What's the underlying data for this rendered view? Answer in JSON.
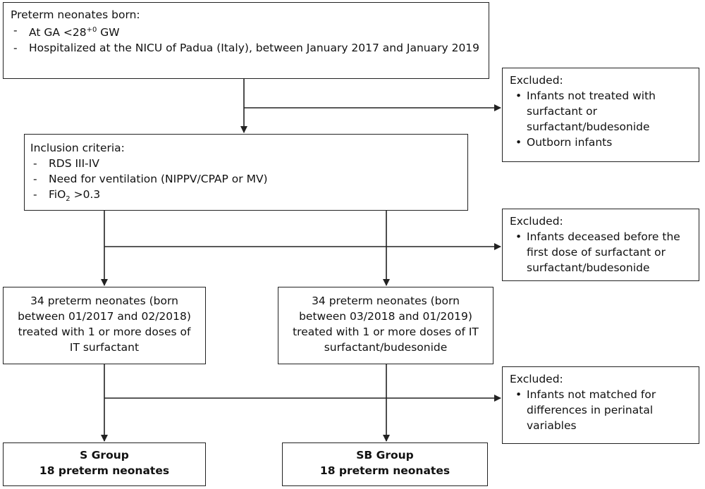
{
  "top_box": {
    "heading": "Preterm neonates born:",
    "items": [
      {
        "prefix": "At GA <28",
        "sup": "+0",
        "suffix": " GW"
      },
      {
        "text": "Hospitalized at the NICU of Padua (Italy), between January 2017 and January 2019"
      }
    ]
  },
  "excluded_1": {
    "heading": "Excluded:",
    "items": [
      "Infants not treated with surfactant or surfactant/budesonide",
      "Outborn infants"
    ]
  },
  "inclusion_box": {
    "heading": "Inclusion criteria:",
    "items": [
      {
        "text": "RDS III-IV"
      },
      {
        "text": "Need for ventilation (NIPPV/CPAP or MV)"
      },
      {
        "prefix": "FiO",
        "sub": "2",
        "suffix": " >0.3"
      }
    ]
  },
  "excluded_2": {
    "heading": "Excluded:",
    "items": [
      "Infants deceased before the first dose of surfactant or surfactant/budesonide"
    ]
  },
  "left_group_box": {
    "text": "34 preterm neonates (born between 01/2017 and 02/2018) treated with 1 or more doses of IT surfactant"
  },
  "right_group_box": {
    "text": "34 preterm neonates (born between 03/2018 and 01/2019) treated with 1 or more doses of IT surfactant/budesonide"
  },
  "excluded_3": {
    "heading": "Excluded:",
    "items": [
      "Infants not matched for differences in perinatal variables"
    ]
  },
  "s_group_box": {
    "title": "S Group",
    "subtitle": "18 preterm neonates"
  },
  "sb_group_box": {
    "title": "SB Group",
    "subtitle": "18 preterm neonates"
  },
  "colors": {
    "line": "#222222",
    "text": "#111111",
    "background": "#ffffff"
  }
}
